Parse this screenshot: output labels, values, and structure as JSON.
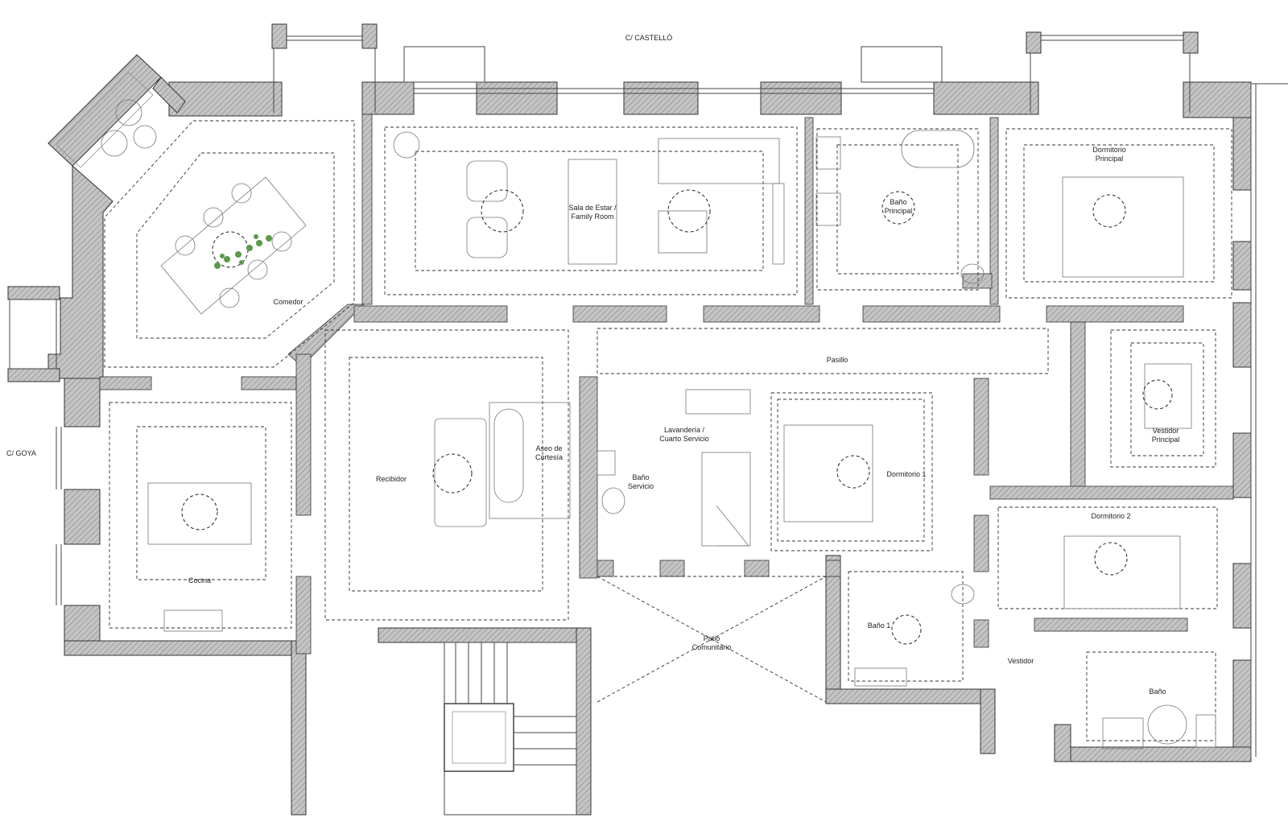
{
  "streets": {
    "castello": "C/ CASTELLÓ",
    "goya": "C/ GOYA"
  },
  "rooms": {
    "sala_1": "Sala de Estar /",
    "sala_2": "Family Room",
    "comedor": "Comedor",
    "bano_principal_1": "Baño",
    "bano_principal_2": "Principal",
    "dormitorio_principal_1": "Dormitorio",
    "dormitorio_principal_2": "Principal",
    "pasillo": "Pasillo",
    "vestidor_principal_1": "Vestidor",
    "vestidor_principal_2": "Principal",
    "cocina": "Cocina",
    "recibidor": "Recibidor",
    "aseo_1": "Aseo de",
    "aseo_2": "Cortesía",
    "lavanderia_1": "Lavandería /",
    "lavanderia_2": "Cuarto Servicio",
    "bano_servicio_1": "Baño",
    "bano_servicio_2": "Servicio",
    "dormitorio_1": "Dormitorio 1",
    "dormitorio_2": "Dormitorio 2",
    "patio_1": "Patio",
    "patio_2": "Comunitario",
    "bano_1": "Baño 1",
    "vestidor": "Vestidor",
    "bano": "Baño"
  },
  "colors": {
    "wall_fill": "#b3b3b3",
    "line": "#333333",
    "plant": "#5a9a4a"
  }
}
